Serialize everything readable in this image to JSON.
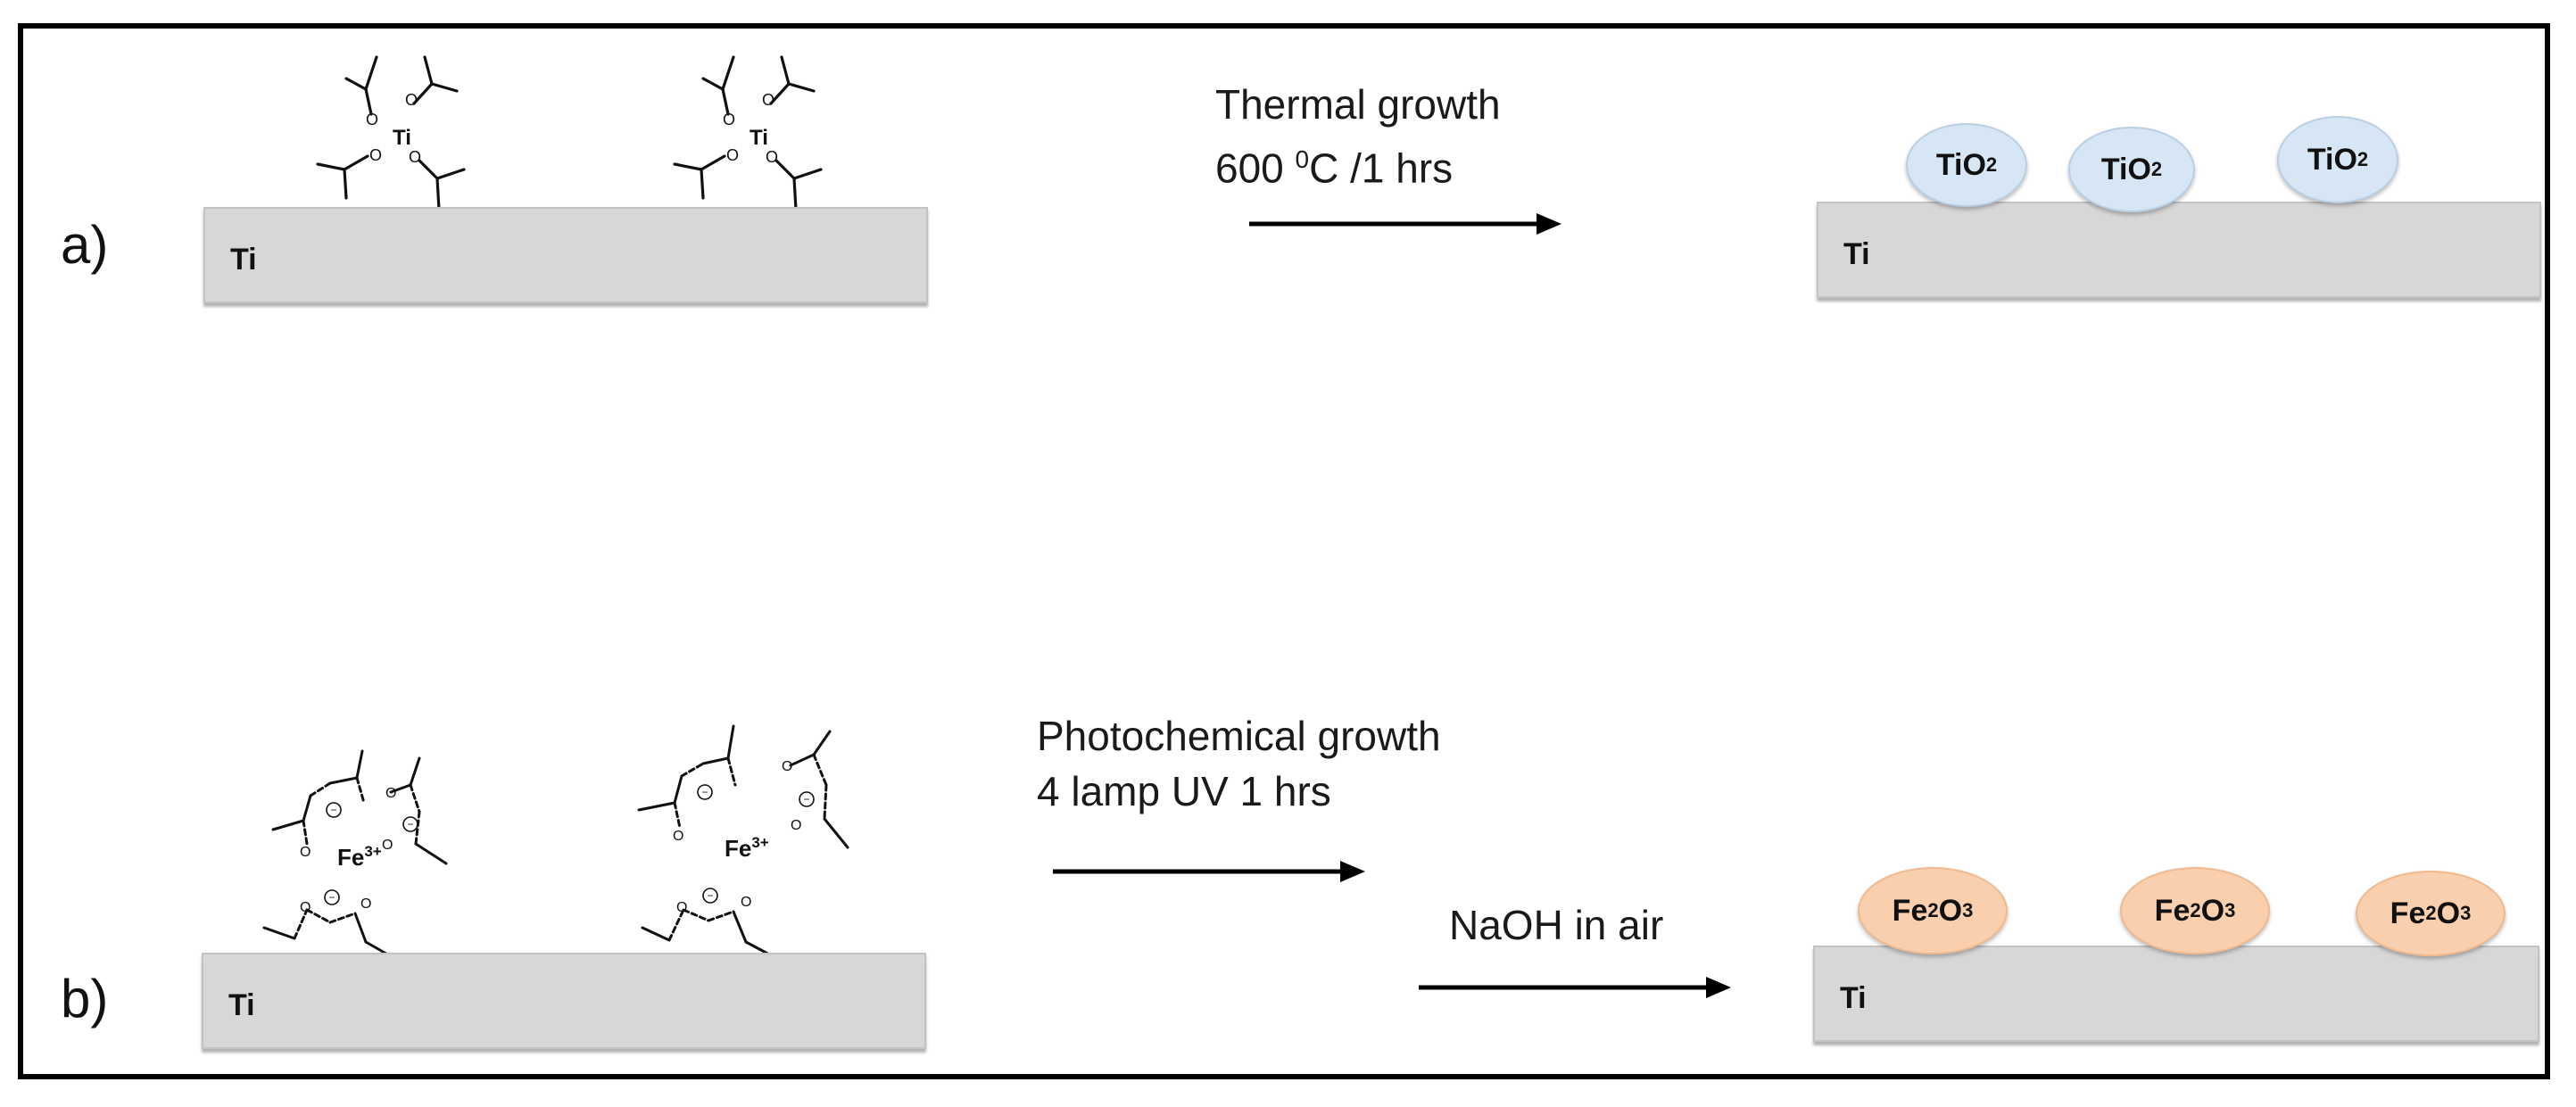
{
  "panels": {
    "a": {
      "label": "a)",
      "substrate_label": "Ti",
      "precursor_center": "Ti",
      "precursor_oxygen": "O",
      "step_line1": "Thermal growth",
      "step_line2_prefix": "600 ",
      "step_line2_sup": "0",
      "step_line2_suffix": "C /1 hrs",
      "product_label": "Ti",
      "particle_main": "TiO",
      "particle_sub": "2"
    },
    "b": {
      "label": "b)",
      "substrate_label": "Ti",
      "precursor_center": "Fe",
      "precursor_charge": "3+",
      "ligand_charge": "−",
      "ligand_oxygen": "O",
      "step1_line1": "Photochemical growth",
      "step1_line2": "4 lamp UV 1 hrs",
      "step2": "NaOH in air",
      "product_label": "Ti",
      "particle_fe": "Fe",
      "particle_fe_sub": "2",
      "particle_o": "O",
      "particle_o_sub": "3"
    }
  },
  "colors": {
    "substrate": "#d7d7d7",
    "tio2_particle": "#d6e6f4",
    "fe2o3_particle": "#f9cfad",
    "arrow": "#000000",
    "frame": "#000000"
  }
}
